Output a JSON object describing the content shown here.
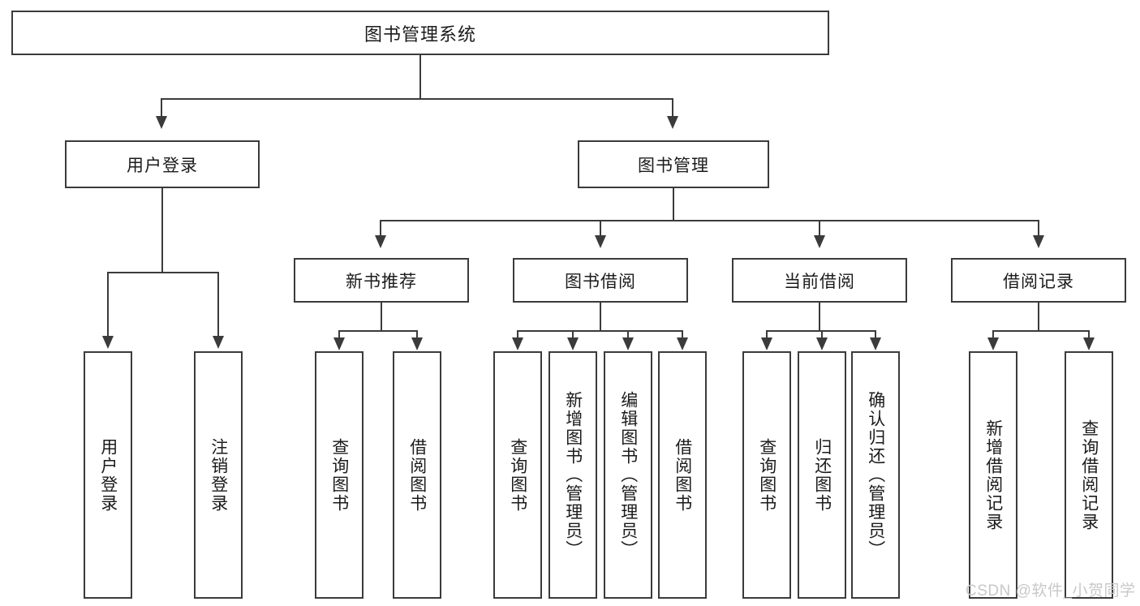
{
  "diagram": {
    "title": "图书管理系统",
    "root": {
      "label": "图书管理系统"
    },
    "level2": [
      {
        "label": "用户登录"
      },
      {
        "label": "图书管理"
      }
    ],
    "level3": [
      {
        "label": "新书推荐"
      },
      {
        "label": "图书借阅"
      },
      {
        "label": "当前借阅"
      },
      {
        "label": "借阅记录"
      }
    ],
    "leaves": {
      "user_login": [
        {
          "label": "用户登录"
        },
        {
          "label": "注销登录"
        }
      ],
      "new_book_recommend": [
        {
          "label": "查询图书"
        },
        {
          "label": "借阅图书"
        }
      ],
      "book_borrow": [
        {
          "label": "查询图书"
        },
        {
          "label": "新增图书（管理员）"
        },
        {
          "label": "编辑图书（管理员）"
        },
        {
          "label": "借阅图书"
        }
      ],
      "current_borrow": [
        {
          "label": "查询图书"
        },
        {
          "label": "归还图书"
        },
        {
          "label": "确认归还（管理员）"
        }
      ],
      "borrow_record": [
        {
          "label": "新增借阅记录"
        },
        {
          "label": "查询借阅记录"
        }
      ]
    }
  },
  "watermark": {
    "text": "CSDN @软件_小贺同学"
  },
  "colors": {
    "stroke": "#3b3b3b",
    "text": "#1b1b1b",
    "background": "#ffffff",
    "watermark": "#c8c8c8"
  }
}
